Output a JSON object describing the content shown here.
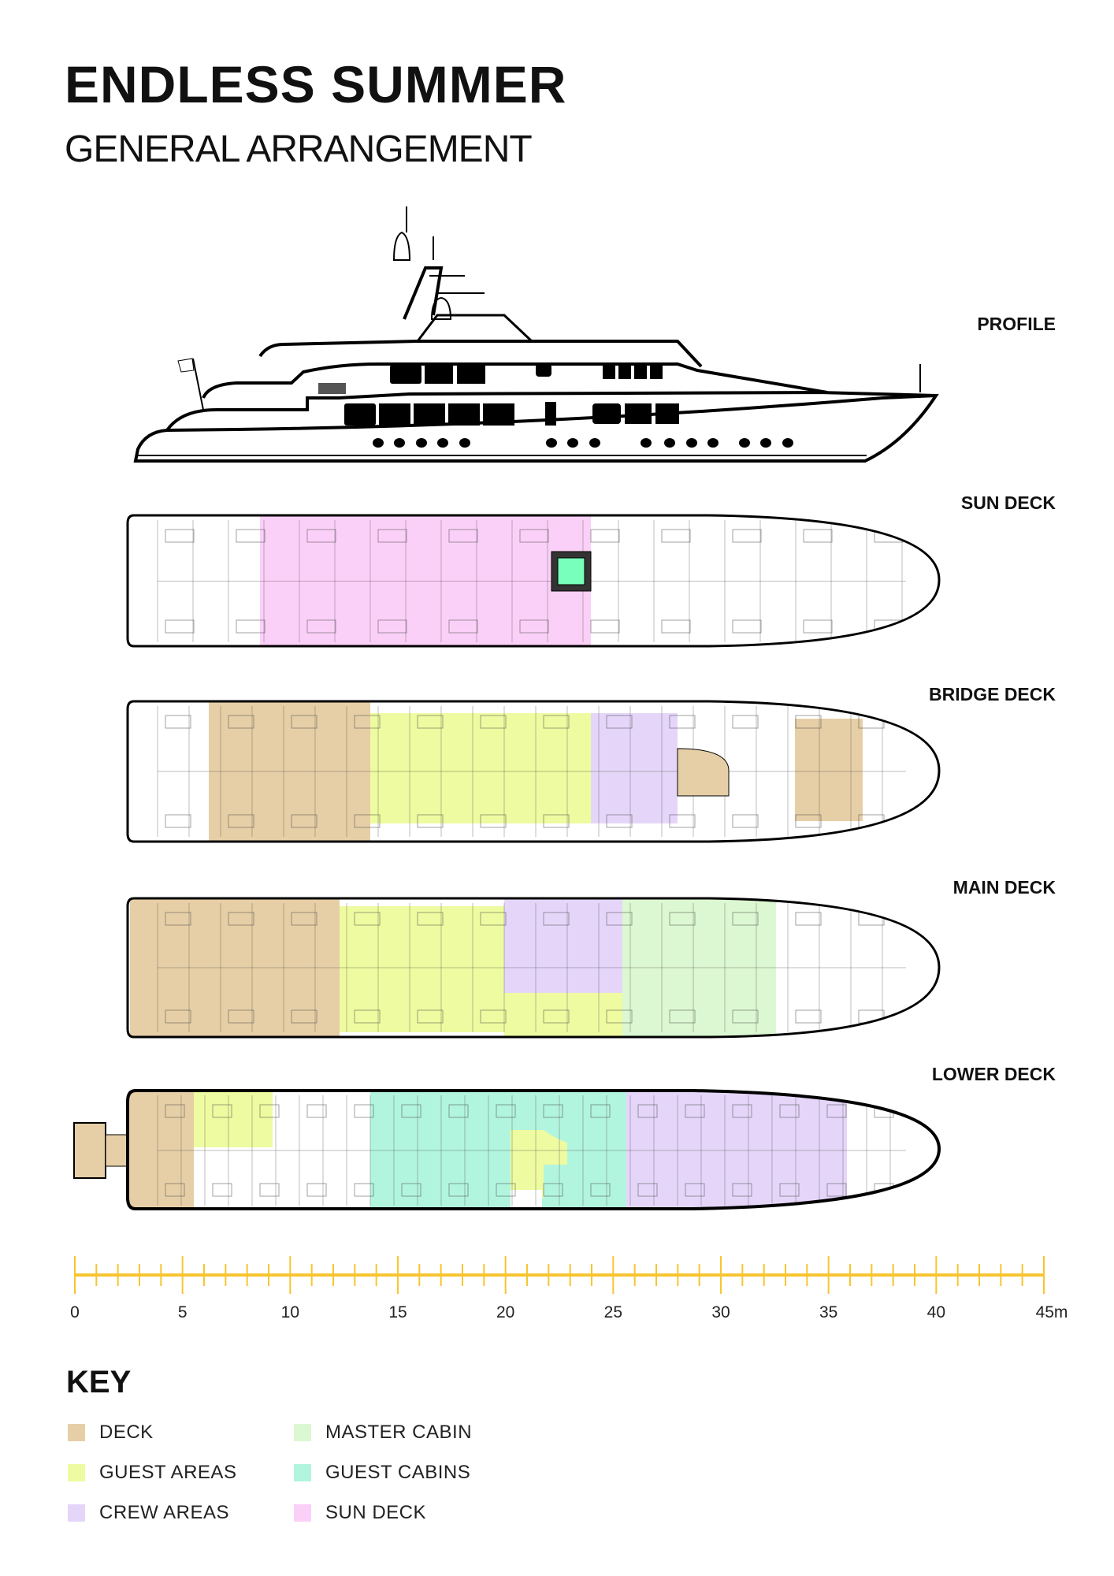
{
  "header": {
    "title": "ENDLESS SUMMER",
    "subtitle": "GENERAL ARRANGEMENT"
  },
  "views": [
    {
      "id": "profile",
      "label": "PROFILE"
    },
    {
      "id": "sun",
      "label": "SUN DECK"
    },
    {
      "id": "bridge",
      "label": "BRIDGE DECK"
    },
    {
      "id": "main",
      "label": "MAIN DECK"
    },
    {
      "id": "lower",
      "label": "LOWER DECK"
    }
  ],
  "scale": {
    "ticks": [
      "0",
      "5",
      "10",
      "15",
      "20",
      "25",
      "30",
      "35",
      "40",
      "45m"
    ],
    "max_m": 45,
    "minor_step_m": 1,
    "color": "#f7c531"
  },
  "key": {
    "title": "KEY",
    "items": [
      {
        "label": "DECK",
        "color": "#e6cfa6"
      },
      {
        "label": "GUEST AREAS",
        "color": "#eefba0"
      },
      {
        "label": "CREW AREAS",
        "color": "#e5d6f9"
      },
      {
        "label": "MASTER CABIN",
        "color": "#dcf8d2"
      },
      {
        "label": "GUEST CABINS",
        "color": "#b2f5df"
      },
      {
        "label": "SUN DECK",
        "color": "#fbd0f8"
      }
    ]
  }
}
